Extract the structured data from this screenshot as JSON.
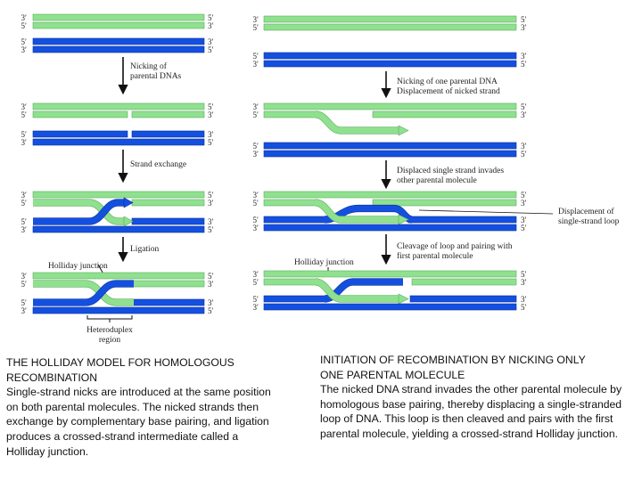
{
  "colors": {
    "green": "#8fe08f",
    "green_edge": "#5fae5f",
    "blue": "#1450e0",
    "blue_edge": "#0a2f9a",
    "arrow": "#111111"
  },
  "ends": {
    "three": "3′",
    "five": "5′"
  },
  "left": {
    "step1": "Nicking of",
    "step1b": "parental DNAs",
    "step2": "Strand exchange",
    "step3": "Ligation",
    "holliday": "Holliday junction",
    "heteroduplex": "Heteroduplex",
    "heteroduplex_b": "region"
  },
  "right": {
    "step1": "Nicking of one parental DNA",
    "step1b": "Displacement of nicked strand",
    "step2": "Displaced single strand invades",
    "step2b": "other parental molecule",
    "loop": "Displacement of",
    "loop_b": "single-strand loop",
    "step3": "Cleavage of loop and pairing with",
    "step3b": "first parental molecule",
    "holliday": "Holliday junction"
  },
  "captions": {
    "left": {
      "title1": "THE HOLLIDAY MODEL FOR HOMOLOGOUS",
      "title2": "RECOMBINATION",
      "body": "Single-strand nicks are introduced at the same position on both parental molecules. The nicked strands then exchange by complementary base pairing, and ligation produces a crossed-strand intermediate called a Holliday junction."
    },
    "right": {
      "title1": "INITIATION OF RECOMBINATION BY NICKING ONLY",
      "title2": "ONE PARENTAL MOLECULE",
      "body": "The nicked DNA strand invades the other parental molecule by homologous base pairing, thereby displacing a single-stranded loop of DNA. This loop is then cleaved and pairs with the first parental molecule, yielding a crossed-strand Holliday junction."
    }
  }
}
